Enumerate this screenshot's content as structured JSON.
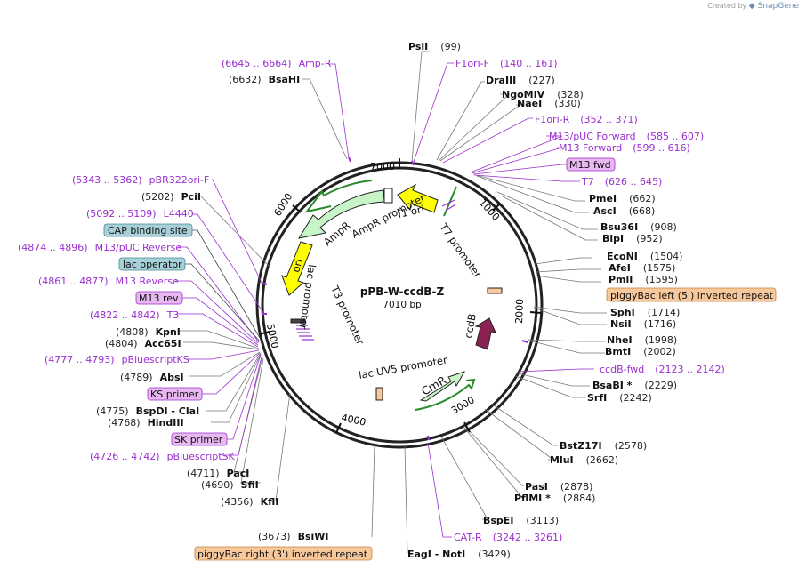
{
  "credit": {
    "prefix": "Created by",
    "brand": "SnapGene"
  },
  "plasmid": {
    "name": "pPB-W-ccdB-Z",
    "size": "7010 bp"
  },
  "ticks": [
    "1000",
    "2000",
    "3000",
    "4000",
    "5000",
    "6000",
    "7000"
  ],
  "colors": {
    "primer": "#9b2fcf",
    "amp": "#c8f5c8",
    "f1ori": "#ffff00",
    "ori": "#ffff00",
    "ccdB": "#8b2252",
    "cmr": "#c8f5c8",
    "itr": "#f7c89b",
    "cap_box": "#a8d0d8",
    "primer_box": "#e8b8f0"
  },
  "features_on_map": [
    {
      "id": "amp-r",
      "text": "AmpR"
    },
    {
      "id": "amp-r-promoter",
      "text": "AmpR promoter"
    },
    {
      "id": "f1-ori",
      "text": "f1 ori"
    },
    {
      "id": "t7-promoter",
      "text": "T7 promoter"
    },
    {
      "id": "ori",
      "text": "ori"
    },
    {
      "id": "lac-promoter",
      "text": "lac promoter"
    },
    {
      "id": "t3-promoter",
      "text": "T3 promoter"
    },
    {
      "id": "ccdb",
      "text": "ccdB"
    },
    {
      "id": "lac-uv5-promoter",
      "text": "lac UV5 promoter"
    },
    {
      "id": "cmr",
      "text": "CmR"
    }
  ],
  "labels": [
    {
      "id": "psi",
      "enz": "PsiI",
      "pos": "(99)",
      "style": "enz-first"
    },
    {
      "id": "f1ori-f",
      "text": "F1ori-F",
      "pos": "(140 .. 161)",
      "style": "primer-first"
    },
    {
      "id": "draiii",
      "enz": "DraIII",
      "pos": "(227)",
      "style": "enz-first"
    },
    {
      "id": "ngomiv",
      "enz": "NgoMIV",
      "pos": "(328)",
      "style": "enz-first"
    },
    {
      "id": "nae",
      "enz": "NaeI",
      "pos": "(330)",
      "style": "enz-first"
    },
    {
      "id": "f1ori-r",
      "text": "F1ori-R",
      "pos": "(352 .. 371)",
      "style": "primer-first"
    },
    {
      "id": "m13puc-fwd",
      "text": "M13/pUC Forward",
      "pos": "(585 .. 607)",
      "style": "primer-first"
    },
    {
      "id": "m13-forward",
      "text": "M13 Forward",
      "pos": "(599 .. 616)",
      "style": "primer-first"
    },
    {
      "id": "m13-fwd-box",
      "text": "M13 fwd",
      "style": "primer-box"
    },
    {
      "id": "t7",
      "text": "T7",
      "pos": "(626 .. 645)",
      "style": "primer-first"
    },
    {
      "id": "pme",
      "enz": "PmeI",
      "pos": "(662)",
      "style": "enz-first"
    },
    {
      "id": "asc",
      "enz": "AscI",
      "pos": "(668)",
      "style": "enz-first"
    },
    {
      "id": "bsu36",
      "enz": "Bsu36I",
      "pos": "(908)",
      "style": "enz-first"
    },
    {
      "id": "blp",
      "enz": "BlpI",
      "pos": "(952)",
      "style": "enz-first"
    },
    {
      "id": "econ",
      "enz": "EcoNI",
      "pos": "(1504)",
      "style": "enz-first"
    },
    {
      "id": "afe",
      "enz": "AfeI",
      "pos": "(1575)",
      "style": "enz-first"
    },
    {
      "id": "pml",
      "enz": "PmlI",
      "pos": "(1595)",
      "style": "enz-first"
    },
    {
      "id": "pb-left",
      "text": "piggyBac left (5') inverted repeat",
      "style": "itr-box"
    },
    {
      "id": "sph",
      "enz": "SphI",
      "pos": "(1714)",
      "style": "enz-first"
    },
    {
      "id": "nsi",
      "enz": "NsiI",
      "pos": "(1716)",
      "style": "enz-first"
    },
    {
      "id": "nhe",
      "enz": "NheI",
      "pos": "(1998)",
      "style": "enz-first"
    },
    {
      "id": "bmt",
      "enz": "BmtI",
      "pos": "(2002)",
      "style": "enz-first"
    },
    {
      "id": "ccdb-fwd",
      "text": "ccdB-fwd",
      "pos": "(2123 .. 2142)",
      "style": "primer-first"
    },
    {
      "id": "bsabi",
      "enz": "BsaBI *",
      "pos": "(2229)",
      "style": "enz-first"
    },
    {
      "id": "srf",
      "enz": "SrfI",
      "pos": "(2242)",
      "style": "enz-first"
    },
    {
      "id": "bstz17",
      "enz": "BstZ17I",
      "pos": "(2578)",
      "style": "enz-first"
    },
    {
      "id": "mlu",
      "enz": "MluI",
      "pos": "(2662)",
      "style": "enz-first"
    },
    {
      "id": "pas",
      "enz": "PasI",
      "pos": "(2878)",
      "style": "enz-first"
    },
    {
      "id": "pflmi",
      "enz": "PflMI *",
      "pos": "(2884)",
      "style": "enz-first"
    },
    {
      "id": "bspe",
      "enz": "BspEI",
      "pos": "(3113)",
      "style": "enz-first"
    },
    {
      "id": "cat-r",
      "text": "CAT-R",
      "pos": "(3242 .. 3261)",
      "style": "primer-first"
    },
    {
      "id": "eag-not",
      "enz": "EagI  - NotI",
      "pos": "(3429)",
      "style": "enz-first"
    },
    {
      "id": "pb-right",
      "text": "piggyBac right (3') inverted repeat",
      "style": "itr-box"
    },
    {
      "id": "bsiw",
      "enz": "BsiWI",
      "pos": "(3673)",
      "style": "pos-first"
    },
    {
      "id": "kfl",
      "enz": "KflI",
      "pos": "(4356)",
      "style": "pos-first"
    },
    {
      "id": "sfi",
      "enz": "SfiI",
      "pos": "(4690)",
      "style": "pos-first"
    },
    {
      "id": "pac",
      "enz": "PacI",
      "pos": "(4711)",
      "style": "pos-first"
    },
    {
      "id": "pbluescriptsk",
      "text": "pBluescriptSK",
      "pos": "(4726 .. 4742)",
      "style": "primer-pos-first"
    },
    {
      "id": "sk-primer",
      "text": "SK primer",
      "style": "primer-box"
    },
    {
      "id": "hindiii",
      "enz": "HindIII",
      "pos": "(4768)",
      "style": "pos-first"
    },
    {
      "id": "bspdi",
      "enz": "BspDI  - ClaI",
      "pos": "(4775)",
      "style": "pos-first"
    },
    {
      "id": "ks-primer",
      "text": "KS primer",
      "style": "primer-box"
    },
    {
      "id": "abs",
      "enz": "AbsI",
      "pos": "(4789)",
      "style": "pos-first"
    },
    {
      "id": "pbluescriptks",
      "text": "pBluescriptKS",
      "pos": "(4777 .. 4793)",
      "style": "primer-pos-first"
    },
    {
      "id": "acc65",
      "enz": "Acc65I",
      "pos": "(4804)",
      "style": "pos-first"
    },
    {
      "id": "kpn",
      "enz": "KpnI",
      "pos": "(4808)",
      "style": "pos-first"
    },
    {
      "id": "t3",
      "text": "T3",
      "pos": "(4822 .. 4842)",
      "style": "primer-pos-first"
    },
    {
      "id": "m13-rev-box",
      "text": "M13 rev",
      "style": "primer-box"
    },
    {
      "id": "m13-reverse",
      "text": "M13 Reverse",
      "pos": "(4861 .. 4877)",
      "style": "primer-pos-first"
    },
    {
      "id": "lac-operator",
      "text": "lac operator",
      "style": "cap-box"
    },
    {
      "id": "m13puc-rev",
      "text": "M13/pUC Reverse",
      "pos": "(4874 .. 4896)",
      "style": "primer-pos-first"
    },
    {
      "id": "cap-site",
      "text": "CAP binding site",
      "style": "cap-box"
    },
    {
      "id": "l4440",
      "text": "L4440",
      "pos": "(5092 .. 5109)",
      "style": "primer-pos-first"
    },
    {
      "id": "pci",
      "enz": "PciI",
      "pos": "(5202)",
      "style": "pos-first"
    },
    {
      "id": "pbr322ori-f",
      "text": "pBR322ori-F",
      "pos": "(5343 .. 5362)",
      "style": "primer-pos-first"
    },
    {
      "id": "bsahi",
      "enz": "BsaHI",
      "pos": "(6632)",
      "style": "pos-first"
    },
    {
      "id": "amp-r-primer",
      "text": "Amp-R",
      "pos": "(6645 .. 6664)",
      "style": "primer-pos-first"
    }
  ]
}
